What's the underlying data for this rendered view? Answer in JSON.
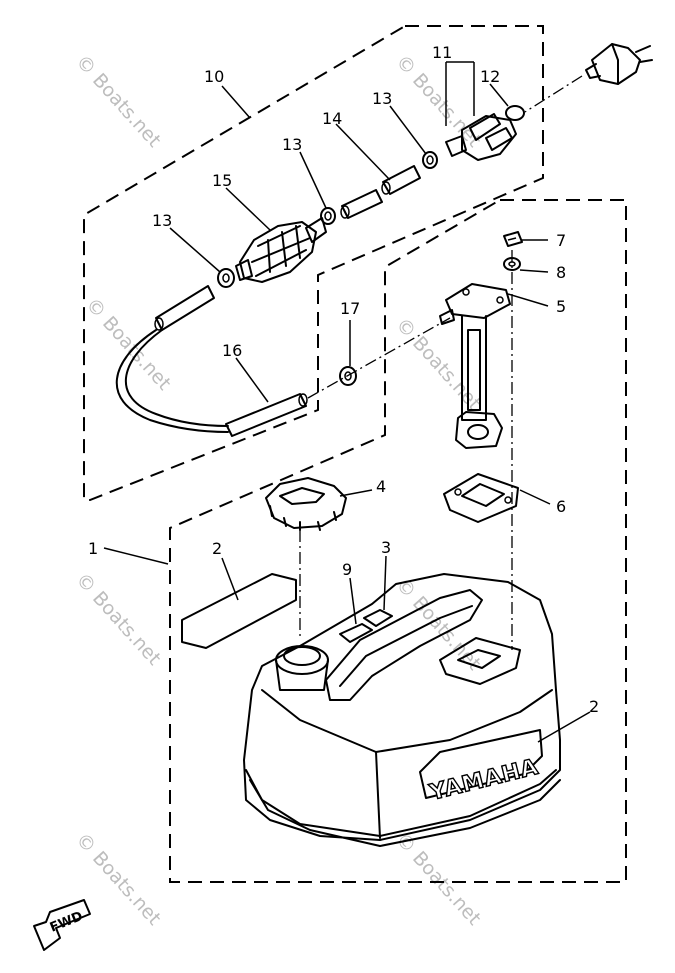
{
  "callouts": [
    "1",
    "2",
    "3",
    "4",
    "5",
    "6",
    "7",
    "8",
    "9",
    "10",
    "11",
    "12",
    "13",
    "14",
    "15",
    "16",
    "17"
  ],
  "brand_label": "YAMAHA",
  "direction_label": "FWD",
  "watermark": "© Boats.net"
}
